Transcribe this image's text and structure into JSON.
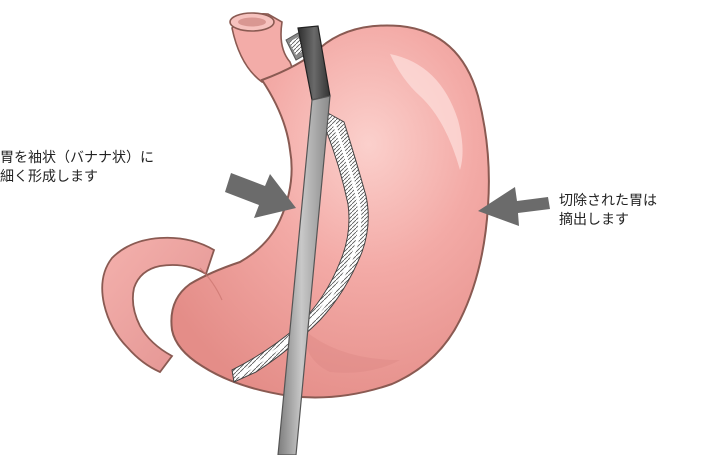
{
  "labels": {
    "left": {
      "line1": "胃を袖状（バナナ状）に",
      "line2": "細く形成します"
    },
    "right": {
      "line1": "切除された胃は",
      "line2": "摘出します"
    }
  },
  "colors": {
    "stomach_fill": "#f0a3a0",
    "stomach_outline": "#8a5a52",
    "stomach_highlight": "#fbd2cf",
    "stomach_shadow": "#d98480",
    "esophagus_fill": "#f2aaa6",
    "arrow": "#6b6b6b",
    "stapler": "#9a9a9a",
    "stapler_tip": "#4a4a4a",
    "staple_line": "#ffffff"
  },
  "icons": {
    "left_arrow": "arrow-right-icon",
    "right_arrow": "arrow-left-icon",
    "instrument": "stapler-icon"
  }
}
